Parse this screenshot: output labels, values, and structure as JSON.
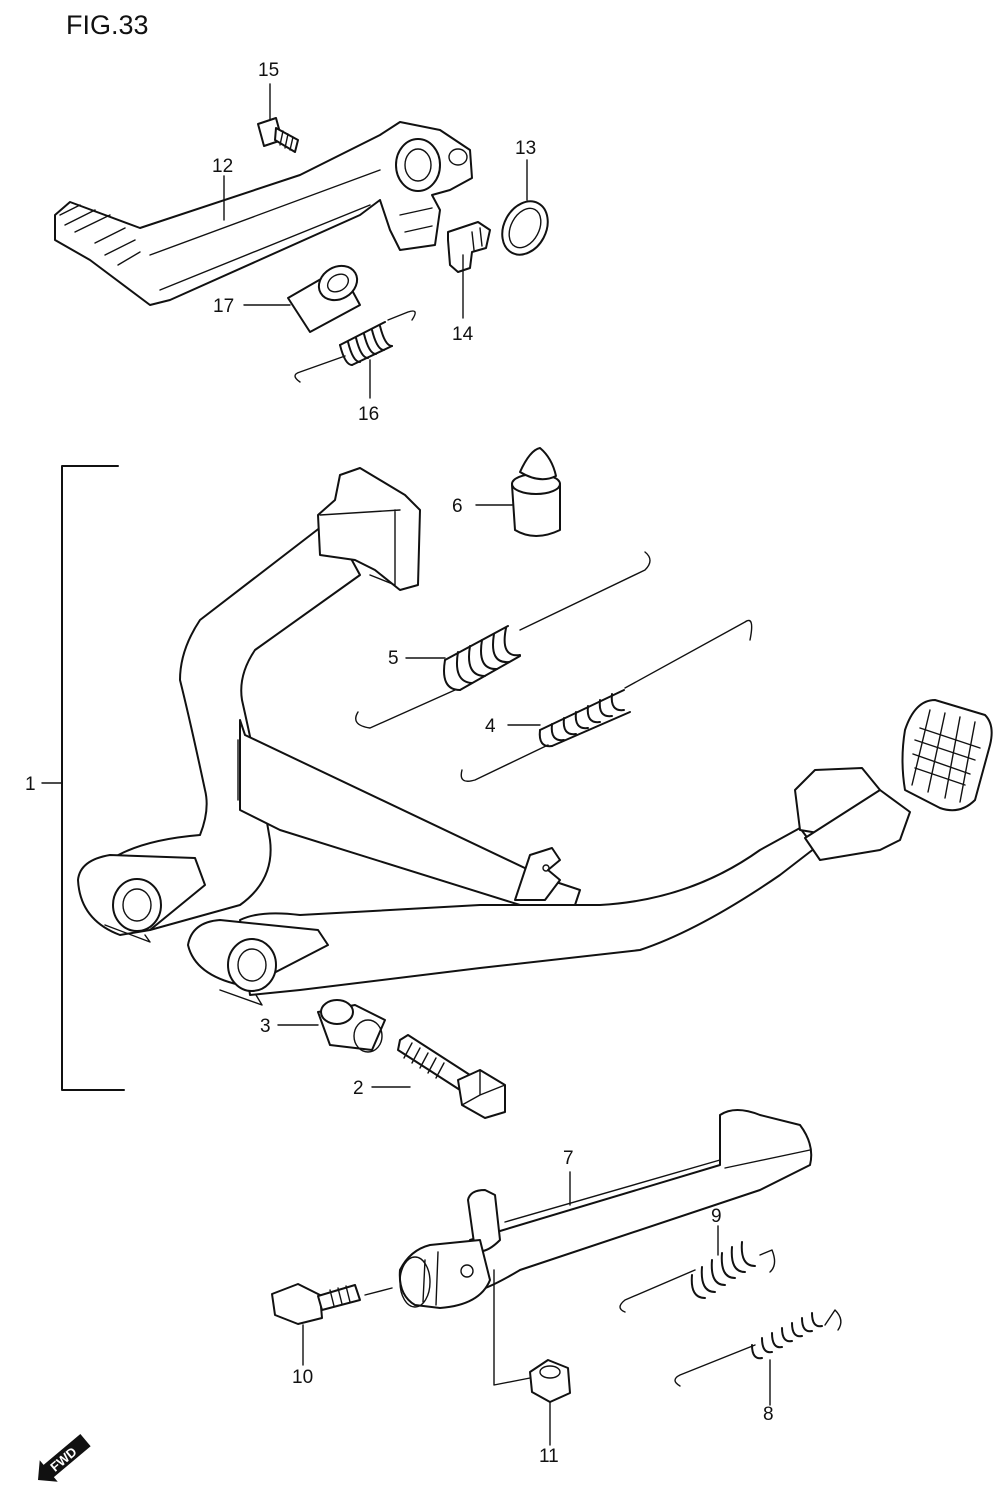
{
  "figure": {
    "title": "FIG.33"
  },
  "callouts": [
    "1",
    "2",
    "3",
    "4",
    "5",
    "6",
    "7",
    "8",
    "9",
    "10",
    "11",
    "12",
    "13",
    "14",
    "15",
    "16",
    "17"
  ],
  "direction_badge": {
    "label": "FWD",
    "icon": "forward-arrow-icon"
  }
}
